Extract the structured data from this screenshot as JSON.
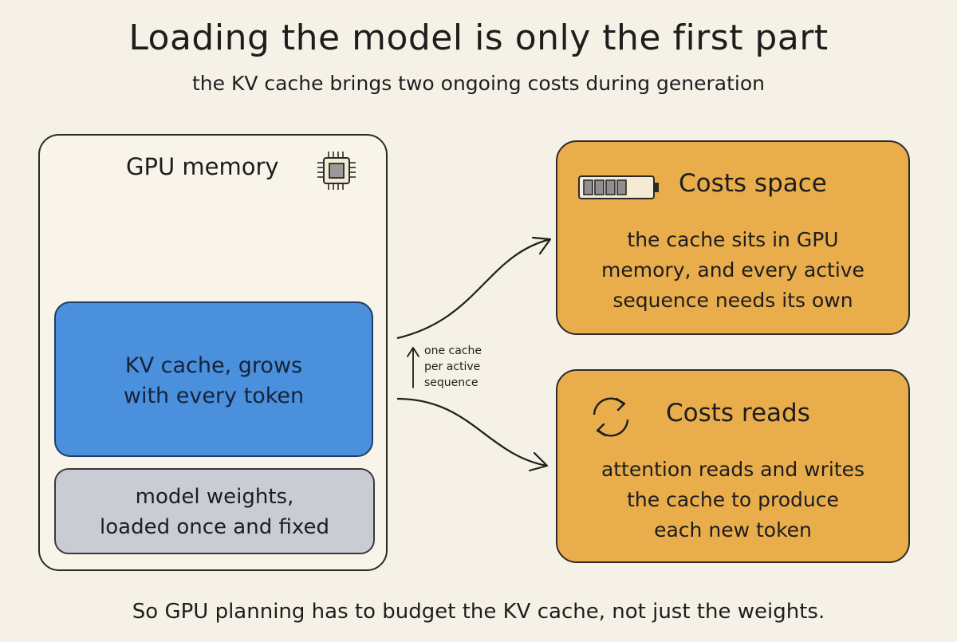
{
  "title": "Loading the model is only the first part",
  "subtitle": "the KV cache brings two ongoing costs during generation",
  "gpu_memory": {
    "label": "GPU memory",
    "icon": "chip-icon",
    "kv_cache_line1": "KV cache, grows",
    "kv_cache_line2": "with every token",
    "kv_cache_color": "#4a90dc",
    "weights_line1": "model weights,",
    "weights_line2": "loaded once and fixed",
    "weights_color": "#c9cdd3"
  },
  "arrow_note": {
    "line1": "one cache",
    "line2": "per active",
    "line3": "sequence"
  },
  "costs_space": {
    "title": "Costs space",
    "icon": "battery-icon",
    "line1": "the cache sits in GPU",
    "line2": "memory, and every active",
    "line3": "sequence needs its own",
    "color": "#e9ad4c"
  },
  "costs_reads": {
    "title": "Costs reads",
    "icon": "cycle-arrows-icon",
    "line1": "attention reads and writes",
    "line2": "the cache to produce",
    "line3": "each new token",
    "color": "#e9ad4c"
  },
  "footer": "So GPU planning has to budget the KV cache, not just the weights."
}
